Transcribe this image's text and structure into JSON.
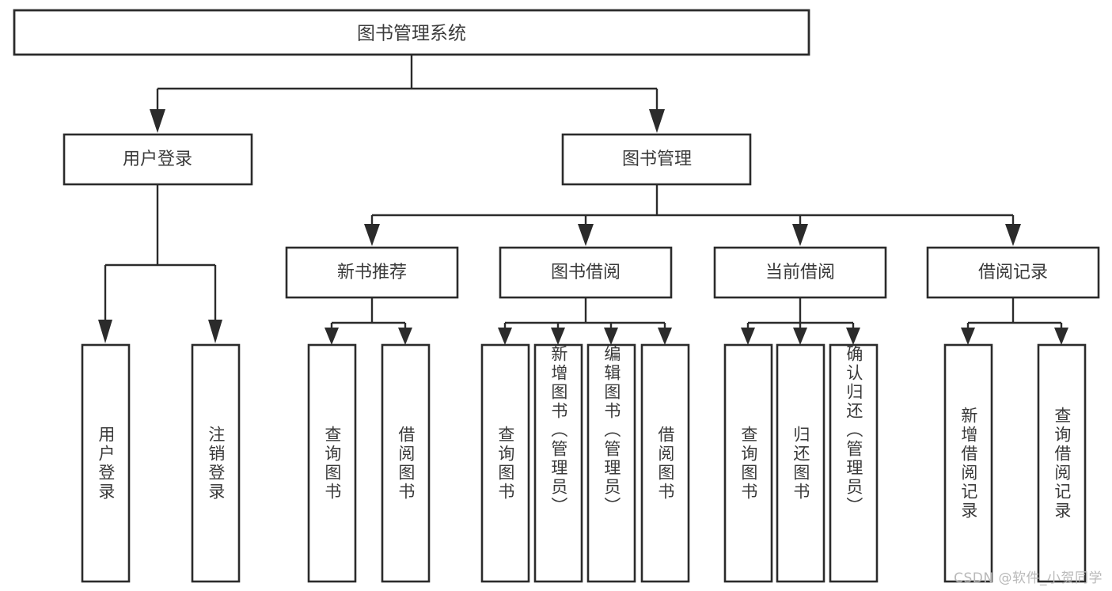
{
  "diagram": {
    "title": "图书管理系统",
    "type": "tree",
    "style": {
      "box_fill": "#ffffff",
      "box_stroke": "#2b2b2b",
      "text_color": "#3a3a3a",
      "background": "#ffffff",
      "watermark_color": "#b9b9b9"
    },
    "root": {
      "label": "图书管理系统"
    },
    "level2": [
      {
        "label": "用户登录"
      },
      {
        "label": "图书管理"
      }
    ],
    "level3": [
      {
        "label": "新书推荐"
      },
      {
        "label": "图书借阅"
      },
      {
        "label": "当前借阅"
      },
      {
        "label": "借阅记录"
      }
    ],
    "leaves": {
      "user_login": [
        {
          "label": "用户登录"
        },
        {
          "label": "注销登录"
        }
      ],
      "new_book_recommend": [
        {
          "label": "查询图书"
        },
        {
          "label": "借阅图书"
        }
      ],
      "book_borrow": [
        {
          "label": "查询图书"
        },
        {
          "label": "新增图书（管理员）"
        },
        {
          "label": "编辑图书（管理员）"
        },
        {
          "label": "借阅图书"
        }
      ],
      "current_borrow": [
        {
          "label": "查询图书"
        },
        {
          "label": "归还图书"
        },
        {
          "label": "确认归还（管理员）"
        }
      ],
      "borrow_record": [
        {
          "label": "新增借阅记录"
        },
        {
          "label": "查询借阅记录"
        }
      ]
    },
    "watermark": "CSDN @软件_小贺同学"
  }
}
